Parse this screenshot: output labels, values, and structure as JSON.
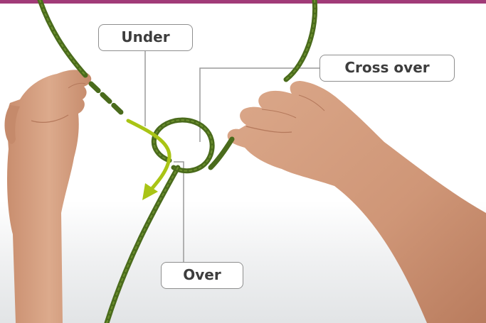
{
  "labels": {
    "under": "Under",
    "cross_over": "Cross over",
    "over": "Over"
  },
  "colors": {
    "top_bar": "#a13b78",
    "rope": "#4a6b1c",
    "rope_highlight": "#6c8f2e",
    "arrow": "#a9c415",
    "leader_line": "#9a9a9a",
    "skin": "#d7a285"
  },
  "icons": {
    "direction_arrow": "curved-arrow-icon"
  }
}
